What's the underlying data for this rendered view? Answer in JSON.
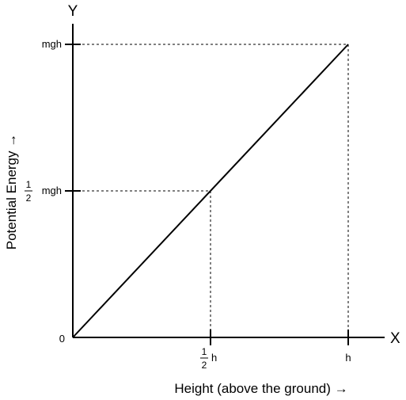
{
  "chart_data": {
    "type": "line",
    "x_axis_letter": "X",
    "y_axis_letter": "Y",
    "xlabel": "Height (above the ground) →",
    "ylabel": "Potential Energy →",
    "xlim": [
      0,
      1
    ],
    "ylim": [
      0,
      1
    ],
    "grid": false,
    "origin_label": "0",
    "x_ticks": [
      {
        "value": 0.5,
        "fraction": {
          "numerator": "1",
          "denominator": "2"
        },
        "label": "h"
      },
      {
        "value": 1.0,
        "fraction": null,
        "label": "h"
      }
    ],
    "y_ticks": [
      {
        "value": 0.5,
        "fraction": {
          "numerator": "1",
          "denominator": "2"
        },
        "label": "mgh"
      },
      {
        "value": 1.0,
        "fraction": null,
        "label": "mgh"
      }
    ],
    "series": [
      {
        "points": [
          [
            0,
            0
          ],
          [
            1,
            1
          ]
        ]
      }
    ],
    "guides": [
      {
        "x": 0.5,
        "y": 0.5
      },
      {
        "x": 1.0,
        "y": 1.0
      }
    ]
  }
}
